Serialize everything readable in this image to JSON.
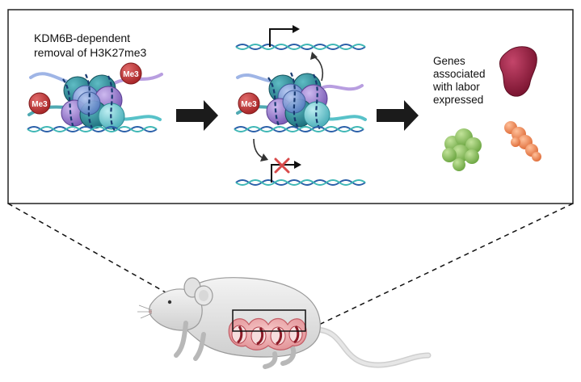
{
  "panel": {
    "title_line1": "KDM6B-dependent",
    "title_line2": "removal of H3K27me3",
    "methyl_mark": "Me3"
  },
  "outcome": {
    "line1": "Genes",
    "line2": "associated",
    "line3": "with labor",
    "line4": "expressed"
  },
  "colors": {
    "histone_teal": "#2f8f9a",
    "histone_blue": "#7f9fd8",
    "histone_purple": "#a98ed6",
    "histone_lavender": "#c9b6e8",
    "histone_cyan": "#7fd0d8",
    "dna_blue": "#2a5fa8",
    "dna_teal": "#3fb7b5",
    "methyl_red": "#c0393b",
    "protein_maroon": "#9c2342",
    "protein_green": "#8cc063",
    "protein_orange": "#f08a5a",
    "block_x": "#d84a4a",
    "arrow": "#1b1b1b"
  },
  "icons": [
    "nucleosome-icon",
    "dna-icon",
    "methyl-mark-icon",
    "transcription-arrow-icon",
    "blocked-icon",
    "protein-icon",
    "mouse-icon",
    "uterus-icon"
  ]
}
